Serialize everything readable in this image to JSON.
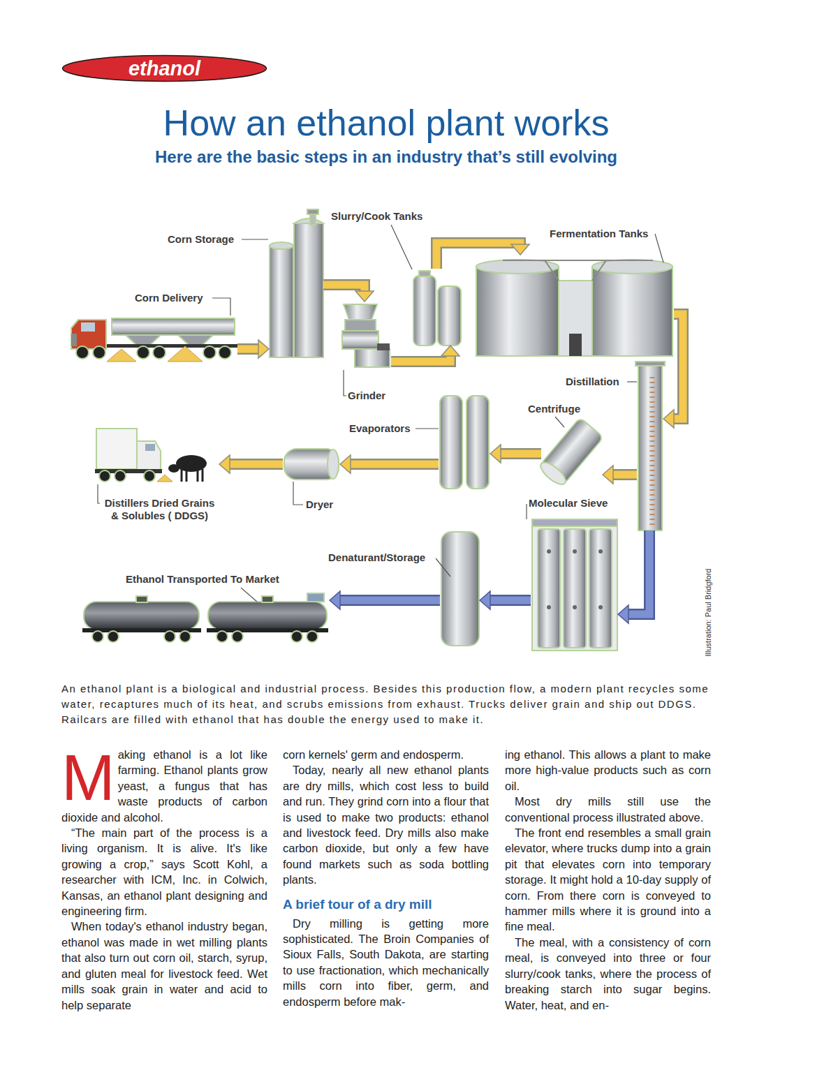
{
  "diagram": {
    "title": "How an ethanol plant works",
    "caption": "An ethanol plant is a biological and industrial process. Besides this production flow, a modern plant recycles some water, recaptures much of its heat, and scrubs emissions from exhaust. Trucks deliver grain and ship out DDGS. Railcars are filled with ethanol that has double the energy used to make it.",
    "nodes": [
      {
        "text": [
          "ethanol"
        ]
      },
      {
        "text": [
          "Corn Delivery"
        ]
      },
      {
        "text": [
          "Corn Storage"
        ]
      },
      {
        "text": [
          "Grinder"
        ]
      },
      {
        "text": [
          "Slurry/Cook Tanks"
        ]
      },
      {
        "text": [
          "Fermentation Tanks"
        ]
      },
      {
        "text": [
          "Distillation"
        ]
      },
      {
        "text": [
          "Centrifuge"
        ]
      },
      {
        "text": [
          "Evaporators"
        ]
      },
      {
        "text": [
          "Dryer"
        ]
      },
      {
        "text": [
          "Distillers Dried Grains & Solubles ( DDGS)"
        ]
      },
      {
        "text": [
          "Molecular Sieve"
        ]
      },
      {
        "text": [
          "Denaturant/Storage"
        ]
      },
      {
        "text": [
          "Ethanol Transported To Market"
        ]
      }
    ],
    "edges": [
      {
        "from": 1,
        "to": 2,
        "arrow": "to"
      },
      {
        "from": 2,
        "to": 3,
        "arrow": "to"
      },
      {
        "from": 3,
        "to": 4,
        "arrow": "to"
      },
      {
        "from": 4,
        "to": 5,
        "arrow": "to"
      },
      {
        "from": 5,
        "to": 6,
        "arrow": "to"
      },
      {
        "from": 6,
        "to": 7,
        "arrow": "to"
      },
      {
        "from": 7,
        "to": 8,
        "arrow": "to"
      },
      {
        "from": 8,
        "to": 9,
        "arrow": "to"
      },
      {
        "from": 9,
        "to": 10,
        "arrow": "to"
      },
      {
        "from": 6,
        "to": 11,
        "arrow": "to"
      },
      {
        "from": 11,
        "to": 12,
        "arrow": "to"
      },
      {
        "from": 12,
        "to": 13,
        "arrow": "to"
      }
    ],
    "labels": [
      "Here are the basic steps in an industry that’s still evolving",
      "Illustration: Paul Bridgford",
      "M",
      "aking ethanol is a lot like farming. Ethanol plants grow yeast, a fungus that has waste products of carbon dioxide and alcohol.",
      "“The main part of the process is a living organism. It is alive. It's like growing a crop,” says Scott Kohl, a researcher with ICM, Inc. in Colwich, Kansas, an ethanol plant designing and engineering firm.",
      "When today's ethanol industry began, ethanol was made in wet milling plants that also turn out corn oil, starch, syrup, and gluten meal for livestock feed. Wet mills soak grain in water and acid to help separate",
      "corn kernels' germ and endosperm.",
      "Today, nearly all new ethanol plants are dry mills, which cost less to build and run. They grind corn into a flour that is used to make two products: ethanol and livestock feed. Dry mills also make carbon dioxide, but only a few have found markets such as soda bottling plants.",
      "A brief tour of a dry mill",
      "Dry milling is getting more sophisticated. The Broin Companies of Sioux Falls, South Dakota, are starting to use fractionation, which mechanically mills corn into fiber, germ, and endosperm before mak-",
      "ing ethanol. This allows a plant to make more high-value products such as corn oil.",
      "Most dry mills still use the conventional process illustrated above.",
      "The front end resembles a small grain elevator, where trucks dump into a grain pit that elevates corn into temporary storage. It might hold a 10-day supply of corn. From there corn is conveyed to hammer mills where it is ground into a fine meal.",
      "The meal, with a consistency of corn meal, is conveyed into three or four slurry/cook tanks, where the process of breaking starch into sugar begins. Water, heat, and en-"
    ]
  }
}
